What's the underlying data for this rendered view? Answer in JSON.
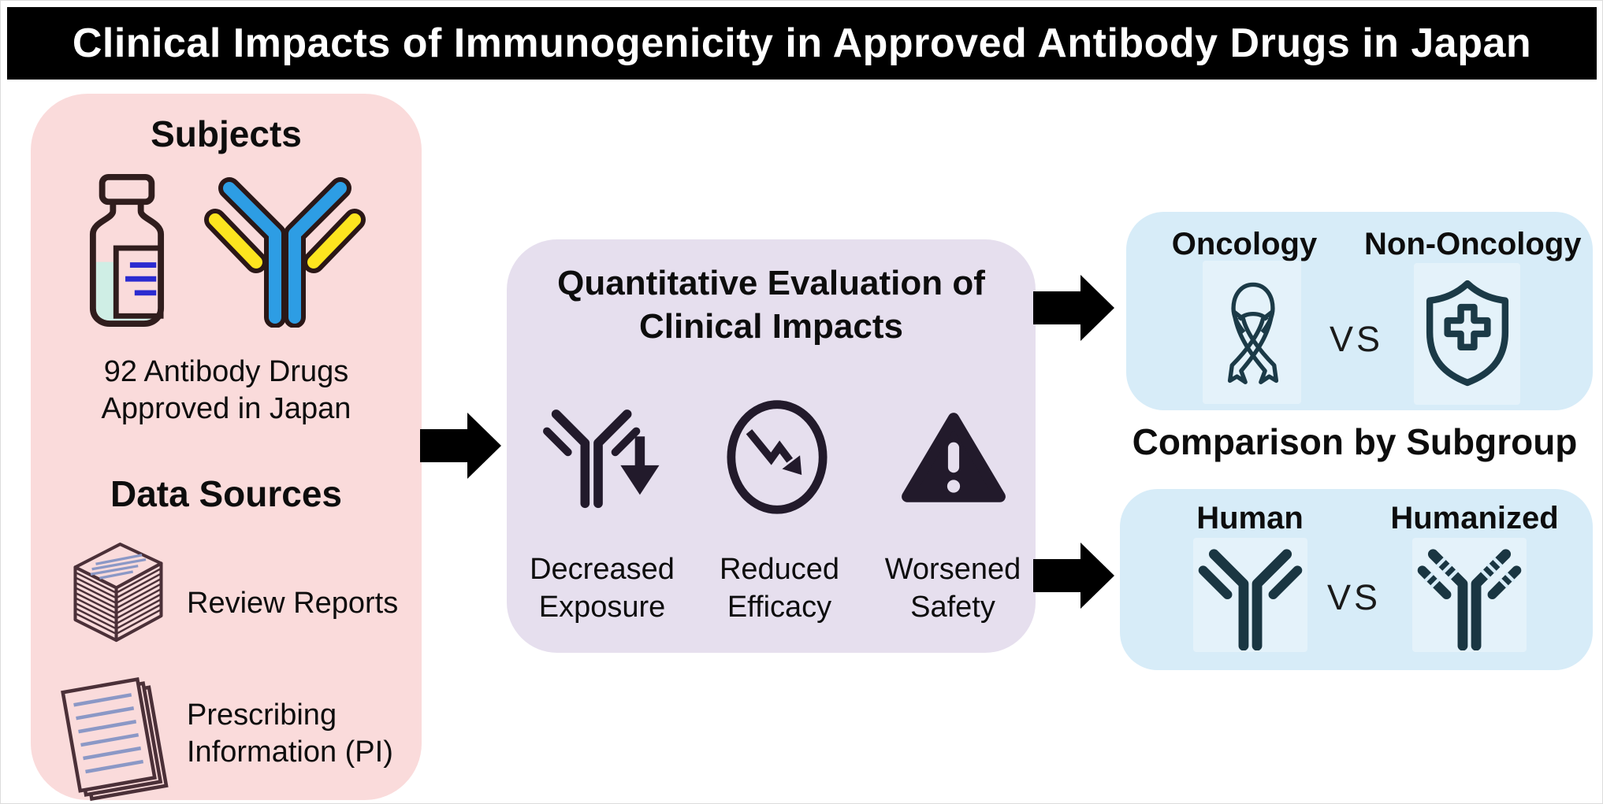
{
  "banner": {
    "title": "Clinical Impacts of Immunogenicity in Approved Antibody Drugs in Japan"
  },
  "left_panel": {
    "heading": "Subjects",
    "caption_line1": "92 Antibody Drugs",
    "caption_line2": "Approved in Japan",
    "data_sources_heading": "Data Sources",
    "review_reports_label": "Review Reports",
    "pi_line1": "Prescribing",
    "pi_line2": "Information (PI)"
  },
  "middle_panel": {
    "heading_line1": "Quantitative Evaluation of",
    "heading_line2": "Clinical Impacts",
    "items": [
      {
        "line1": "Decreased",
        "line2": "Exposure"
      },
      {
        "line1": "Reduced",
        "line2": "Efficacy"
      },
      {
        "line1": "Worsened",
        "line2": "Safety"
      }
    ]
  },
  "right_column": {
    "oncology_panel": {
      "left": "Oncology",
      "right": "Non-Oncology",
      "vs": "VS"
    },
    "subgroup_heading": "Comparison by Subgroup",
    "antibody_panel": {
      "left": "Human",
      "right": "Humanized",
      "vs": "VS"
    }
  },
  "colors": {
    "banner_bg": "#000000",
    "banner_text": "#ffffff",
    "left_panel_bg": "#fadbdb",
    "middle_panel_bg": "#e6dfee",
    "right_panel_bg": "#d7ecf8",
    "middle_icon": "#221a2b",
    "slate_icon": "#1a3642",
    "arrow": "#000000",
    "antibody_blue": "#2d9de4",
    "antibody_yellow": "#fde51f",
    "vial_outline": "#301d1d",
    "vial_liquid": "#cfeee5",
    "label_lines_blue": "#2b2bd0",
    "document_outline": "#4b3038",
    "document_lines": "#8b98c6"
  }
}
